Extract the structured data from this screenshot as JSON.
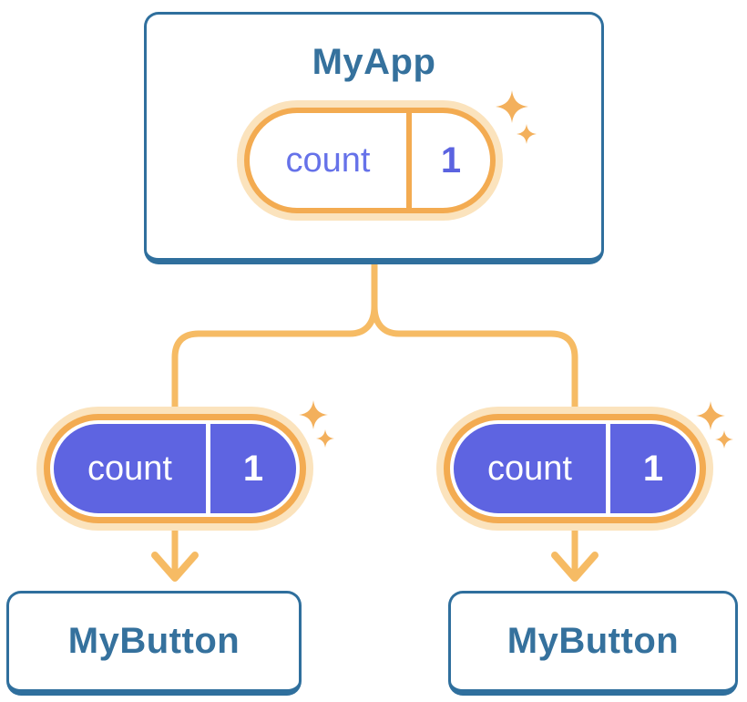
{
  "diagram": {
    "type": "component-tree",
    "root": {
      "title": "MyApp",
      "state_pill": {
        "label": "count",
        "value": "1"
      }
    },
    "edges": [
      {
        "prop_pill": {
          "label": "count",
          "value": "1"
        }
      },
      {
        "prop_pill": {
          "label": "count",
          "value": "1"
        }
      }
    ],
    "children": [
      {
        "title": "MyButton"
      },
      {
        "title": "MyButton"
      }
    ]
  },
  "colors": {
    "card_border_blue": "#2f6f9d",
    "card_text_blue": "#35719d",
    "pill_ring_orange": "#f3ab51",
    "pill_glow_light_orange": "#fbe3bd",
    "connector_orange": "#f6bb64",
    "sparkle_orange": "#f3b05c",
    "pill_fill_purple": "#5e64e1",
    "pill_text_purple": "#6672e9",
    "pill_value_purple": "#5b63e0",
    "pill_text_white": "#ffffff",
    "background": "#ffffff"
  }
}
